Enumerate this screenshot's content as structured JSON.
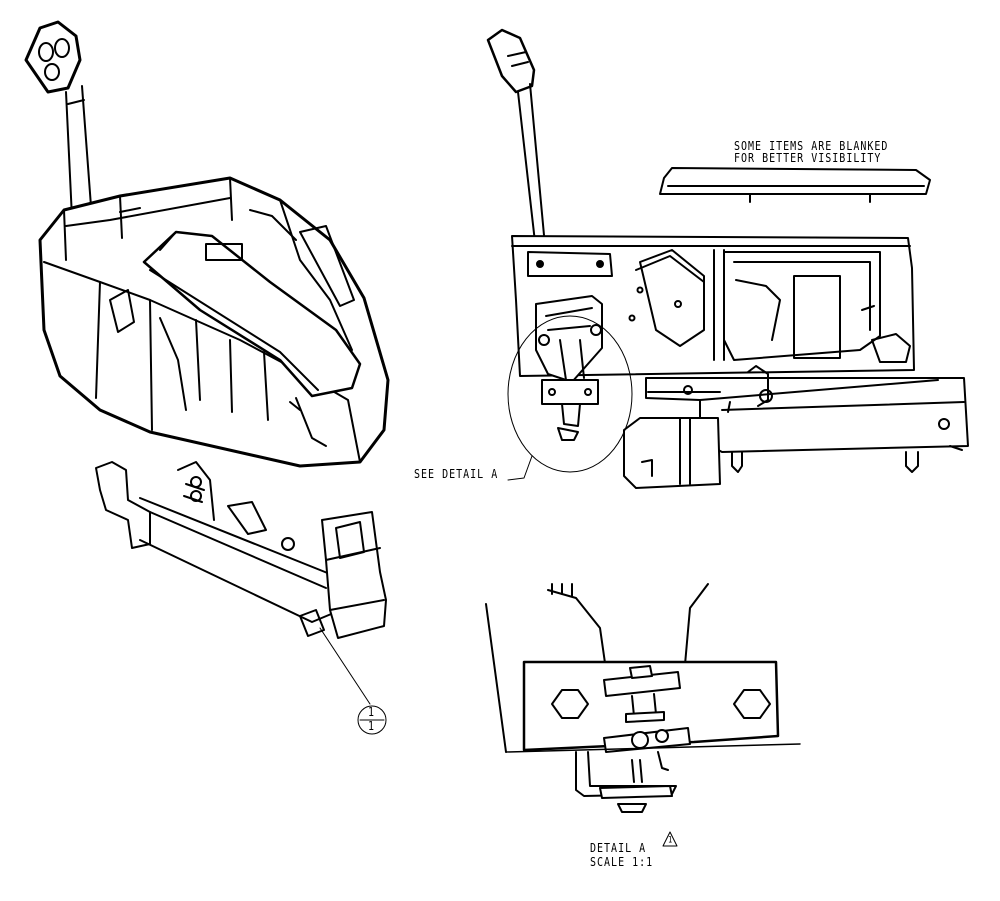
{
  "notes": {
    "blanked_line1": "SOME ITEMS ARE BLANKED",
    "blanked_line2": "FOR BETTER VISIBILITY",
    "see_detail": "SEE DETAIL  A",
    "detail_title": "DETAIL  A",
    "detail_scale": "SCALE  1:1"
  },
  "balloon": {
    "top": "1",
    "bottom": "1"
  },
  "revision_marker": "1"
}
